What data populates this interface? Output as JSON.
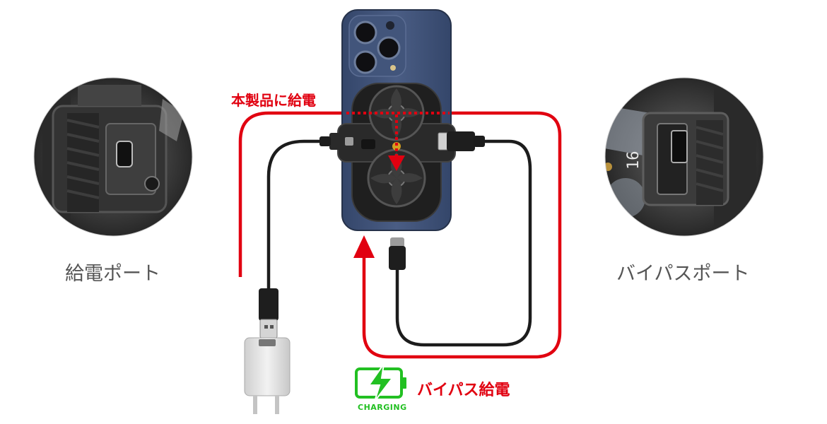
{
  "labels": {
    "power_port": "給電ポート",
    "bypass_port": "バイパスポート",
    "power_this_product": "本製品に給電",
    "bypass_power": "バイパス給電",
    "charging": "CHARGING"
  },
  "device_display": "16",
  "icons": {
    "battery": "battery-charging-icon",
    "flow_arrow": "arrow-up-icon"
  },
  "colors": {
    "flow_line": "#e10010",
    "charging_green": "#22c022",
    "phone_body": "#3d4f73",
    "cable": "#1c1c1c",
    "adapter": "#dcdcdc"
  }
}
